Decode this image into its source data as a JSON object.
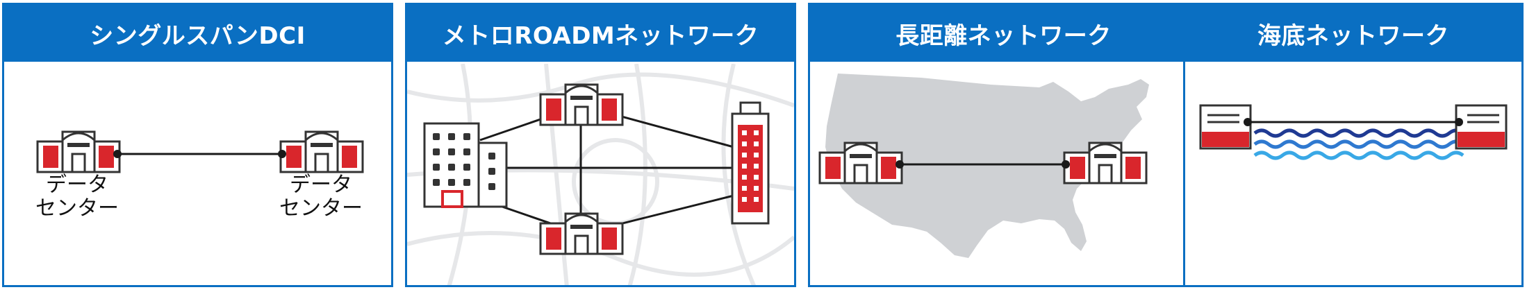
{
  "colors": {
    "header_bg": "#0a6fc2",
    "accent_red": "#d9262c",
    "line": "#1a1a1a",
    "map_gray": "#cfd1d4",
    "wave_1": "#1f3a93",
    "wave_2": "#2f79d0",
    "wave_3": "#39a8e6"
  },
  "panels": [
    {
      "title": "シングルスパンDCI",
      "labels": [
        "データ\nセンター",
        "データ\nセンター"
      ]
    },
    {
      "title": "メトロROADMネットワーク"
    },
    {
      "title": "長距離ネットワーク"
    },
    {
      "title": "海底ネットワーク"
    }
  ]
}
